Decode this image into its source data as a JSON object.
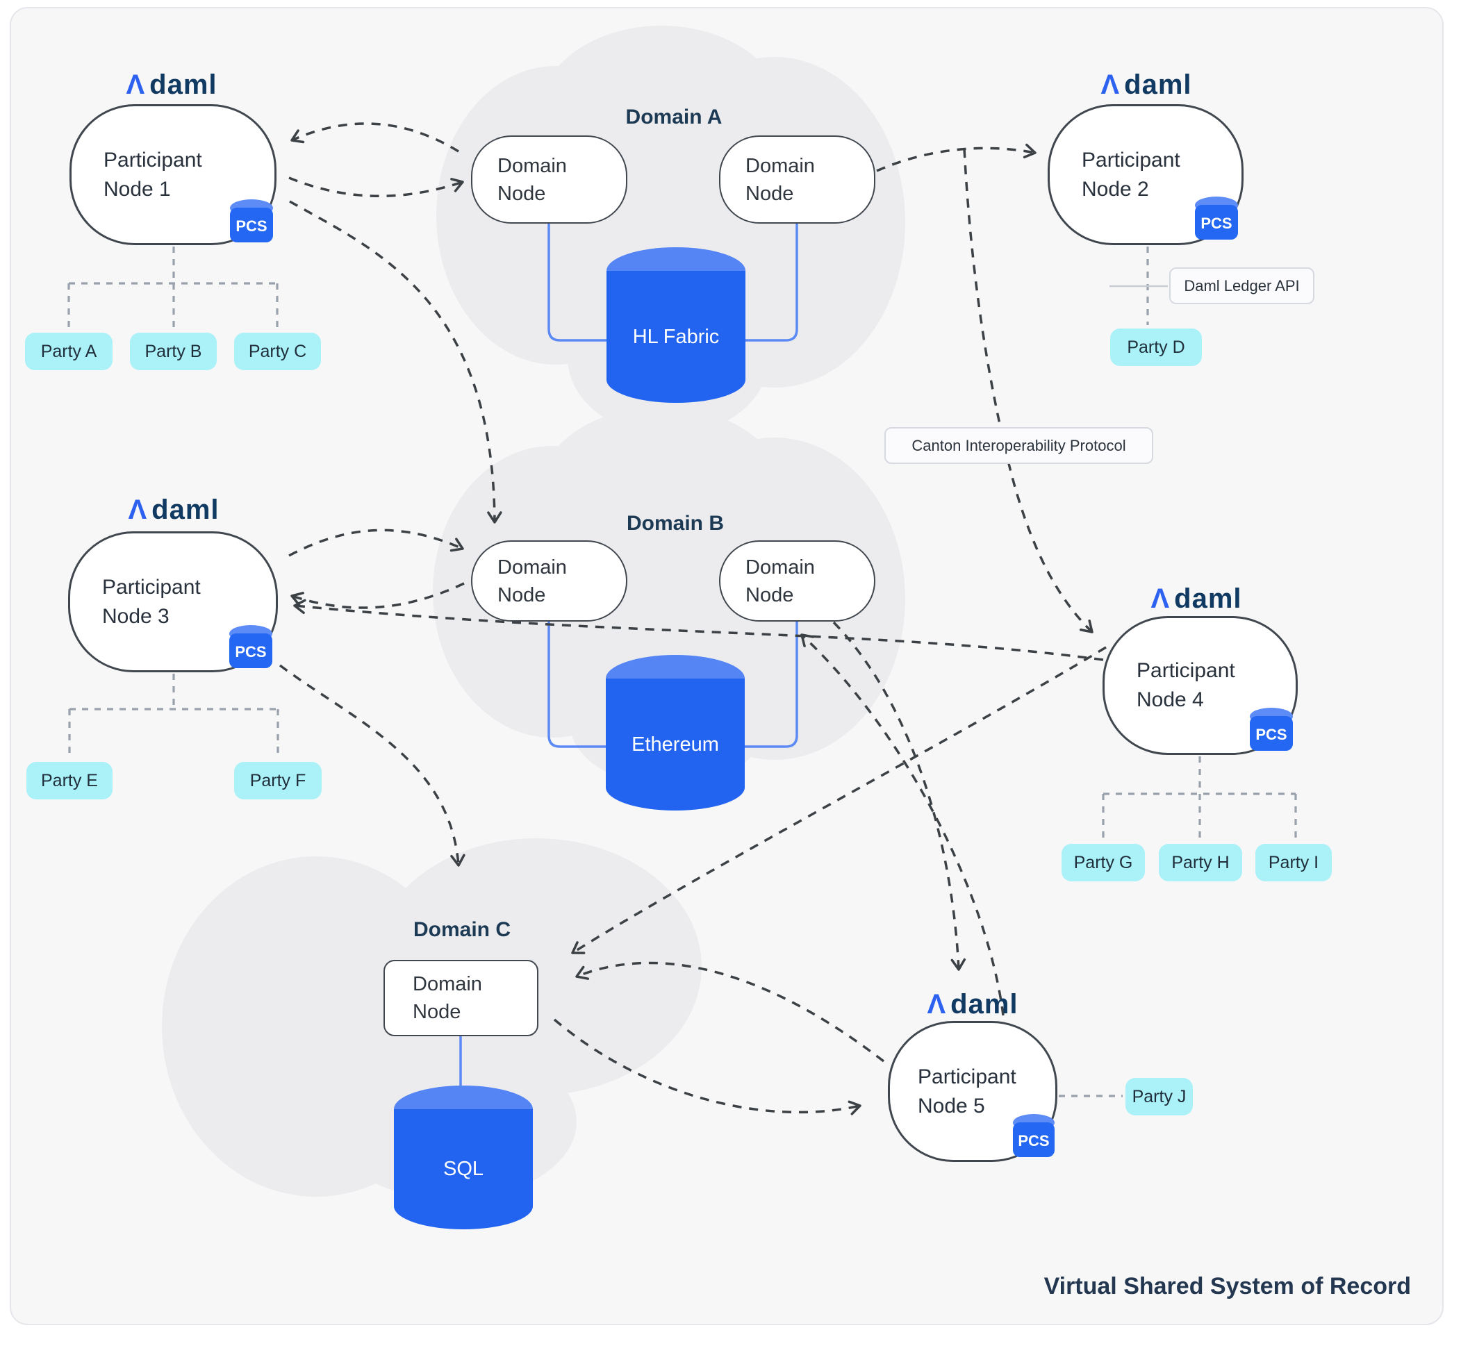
{
  "diagram_title": "Virtual Shared System of Record",
  "brand": {
    "logo_mark": "Λ",
    "logo_text": "daml"
  },
  "participant_nodes": [
    {
      "line1": "Participant",
      "line2": "Node 1",
      "badge": "PCS",
      "parties": [
        "Party A",
        "Party B",
        "Party C"
      ]
    },
    {
      "line1": "Participant",
      "line2": "Node 2",
      "badge": "PCS",
      "parties": [
        "Party D"
      ]
    },
    {
      "line1": "Participant",
      "line2": "Node 3",
      "badge": "PCS",
      "parties": [
        "Party E",
        "Party F"
      ]
    },
    {
      "line1": "Participant",
      "line2": "Node 4",
      "badge": "PCS",
      "parties": [
        "Party G",
        "Party H",
        "Party I"
      ]
    },
    {
      "line1": "Participant",
      "line2": "Node 5",
      "badge": "PCS",
      "parties": [
        "Party J"
      ]
    }
  ],
  "domains": [
    {
      "title": "Domain A",
      "nodes": [
        {
          "line1": "Domain",
          "line2": "Node"
        },
        {
          "line1": "Domain",
          "line2": "Node"
        }
      ],
      "ledger": "HL Fabric"
    },
    {
      "title": "Domain B",
      "nodes": [
        {
          "line1": "Domain",
          "line2": "Node"
        },
        {
          "line1": "Domain",
          "line2": "Node"
        }
      ],
      "ledger": "Ethereum"
    },
    {
      "title": "Domain C",
      "nodes": [
        {
          "line1": "Domain",
          "line2": "Node"
        }
      ],
      "ledger": "SQL"
    }
  ],
  "labels": {
    "daml_ledger_api": "Daml Ledger API",
    "canton_protocol": "Canton Interoperability Protocol"
  },
  "colors": {
    "ledger_blue": "#2264f0",
    "ledger_blue_top": "#5585f4",
    "party_cyan": "#abf1f8",
    "navy": "#1d3a55",
    "logo_blue": "#2d62f1",
    "dash_dark": "#3c4146",
    "dash_gray": "#99a1ac",
    "connector_blue": "#5b8af5",
    "cloud_gray": "#ececee"
  }
}
